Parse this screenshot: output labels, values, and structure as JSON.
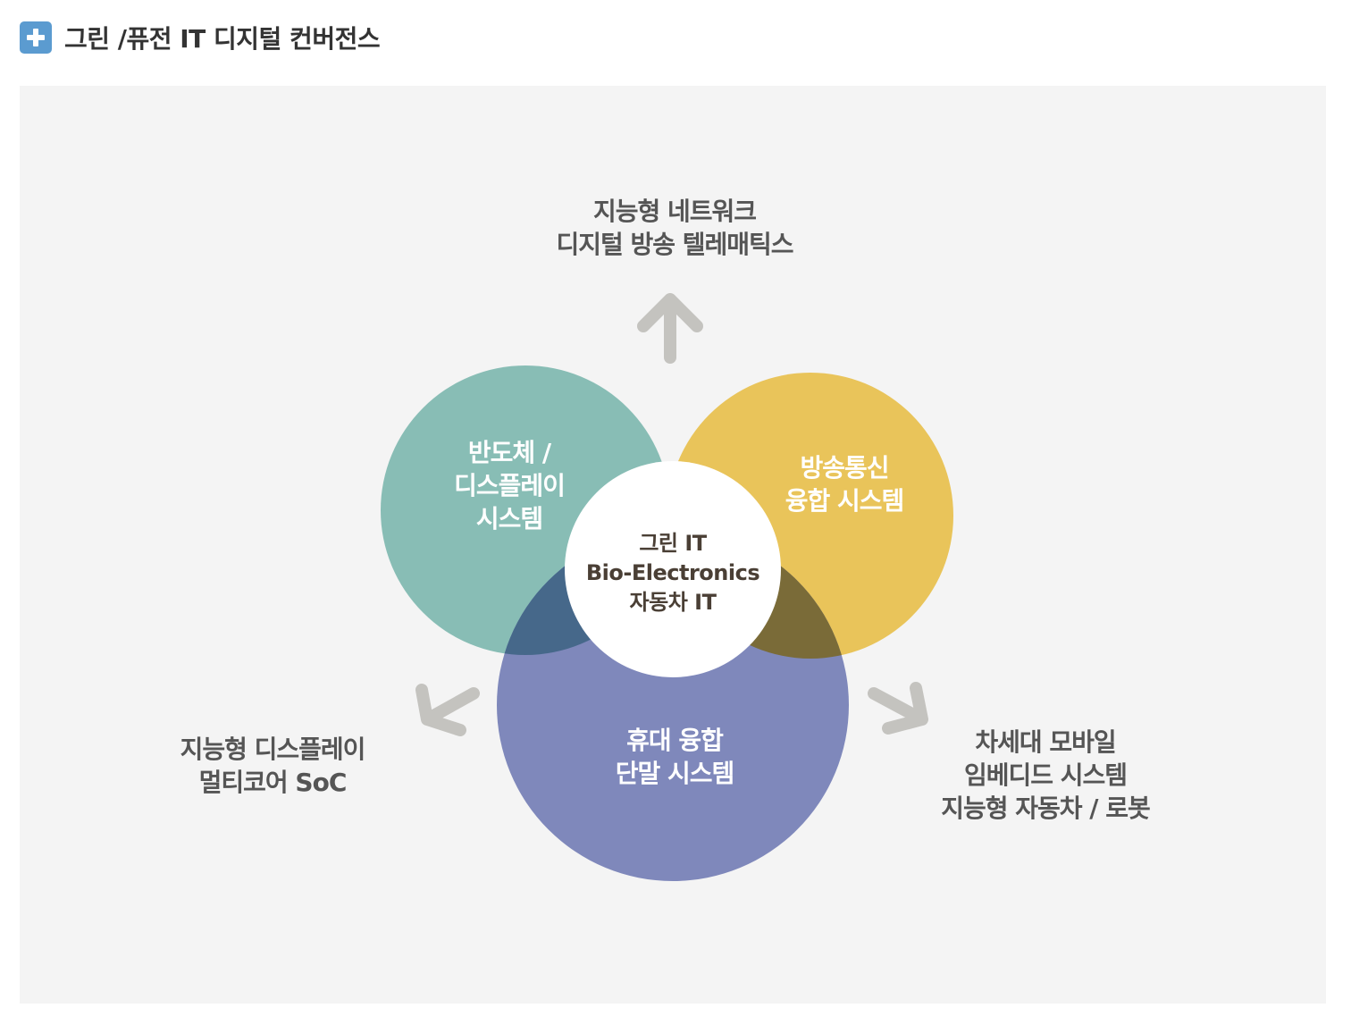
{
  "header": {
    "title": "그린 /퓨전 IT 디지털 컨버전스",
    "icon": "plus-square-icon"
  },
  "diagram": {
    "colors": {
      "teal": "#88bdb5",
      "yellow": "#e9c45a",
      "purple": "#7f88bb",
      "teal_yellow": "#7a963f",
      "teal_purple": "#46688a",
      "yellow_purple": "#7a6b38",
      "arrow": "#c4c3bf"
    },
    "circles": {
      "left": [
        "반도체 /",
        "디스플레이",
        "시스템"
      ],
      "right": [
        "방송통신",
        "융합 시스템"
      ],
      "bottom": [
        "휴대 융합",
        "단말 시스템"
      ],
      "center": [
        "그린 IT",
        "Bio-Electronics",
        "자동차 IT"
      ]
    },
    "outputs": {
      "top": [
        "지능형 네트워크",
        "디지털 방송 텔레매틱스"
      ],
      "left": [
        "지능형 디스플레이",
        "멀티코어 SoC"
      ],
      "right": [
        "차세대 모바일",
        "임베디드 시스템",
        "지능형 자동차 / 로봇"
      ]
    }
  }
}
